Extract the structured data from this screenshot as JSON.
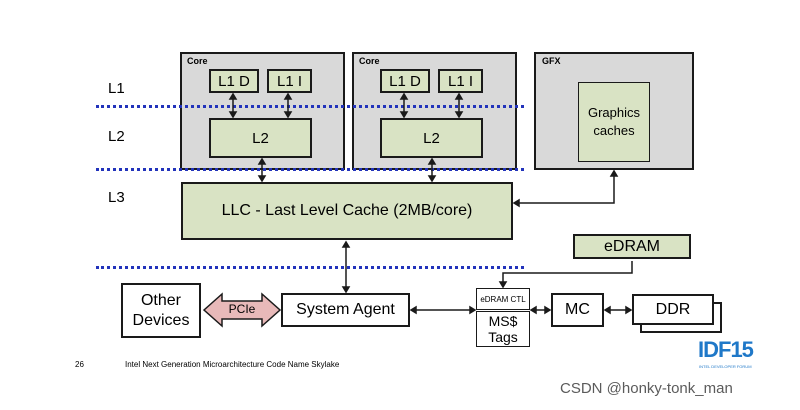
{
  "levels": {
    "l1": "L1",
    "l2": "L2",
    "l3": "L3"
  },
  "cores": [
    {
      "title": "Core",
      "l1d": "L1 D",
      "l1i": "L1 I",
      "l2": "L2"
    },
    {
      "title": "Core",
      "l1d": "L1 D",
      "l1i": "L1 I",
      "l2": "L2"
    }
  ],
  "gfx": {
    "title": "GFX",
    "caches": "Graphics caches"
  },
  "llc": "LLC - Last Level Cache (2MB/core)",
  "edram": "eDRAM",
  "edram_ctl": "eDRAM CTL",
  "ms_tags": "MS$ Tags",
  "mc": "MC",
  "ddr": "DDR",
  "system_agent": "System Agent",
  "pcie": "PCIe",
  "other_devices": "Other Devices",
  "footer": {
    "page": "26",
    "text": "Intel Next Generation Microarchitecture Code Name Skylake"
  },
  "logo": {
    "text": "IDF15",
    "sub": "INTEL DEVELOPER FORUM"
  },
  "watermark": "CSDN @honky-tonk_man",
  "colors": {
    "green_fill": "#d9e3c4",
    "core_fill": "#d9d9d9",
    "dotted_line": "#2233bb",
    "pcie_arrow": "#e8b9b9",
    "logo": "#1f78c8"
  }
}
